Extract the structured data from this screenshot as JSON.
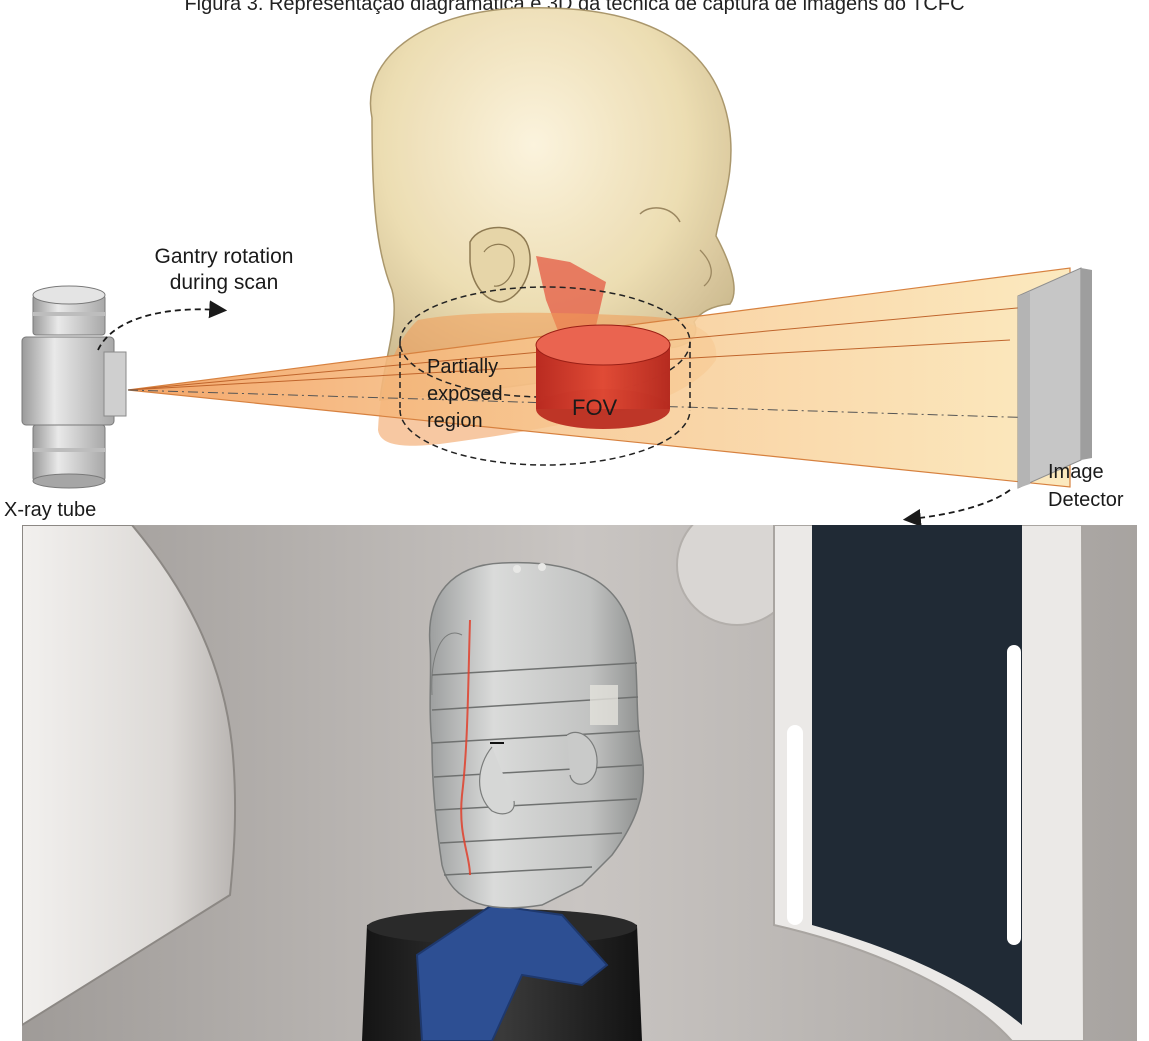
{
  "caption": "Figura 3. Representação diagramática e 3D da técnica de captura de imagens do TCFC",
  "labels": {
    "gantry_line1": "Gantry rotation",
    "gantry_line2": "during scan",
    "partially_line1": "Partially",
    "partially_line2": "exposed",
    "partially_line3": "region",
    "fov": "FOV",
    "xray_tube": "X-ray tube",
    "image_line1": "Image",
    "image_line2": "Detector"
  },
  "colors": {
    "beam": "#f6b877",
    "beam_edge": "#d7813f",
    "fov": "#d9382a",
    "skull": "#eee0b8",
    "detector": "#c7c7c7",
    "phantom": "#cfd0cf",
    "positioner": "#2d4f93"
  }
}
